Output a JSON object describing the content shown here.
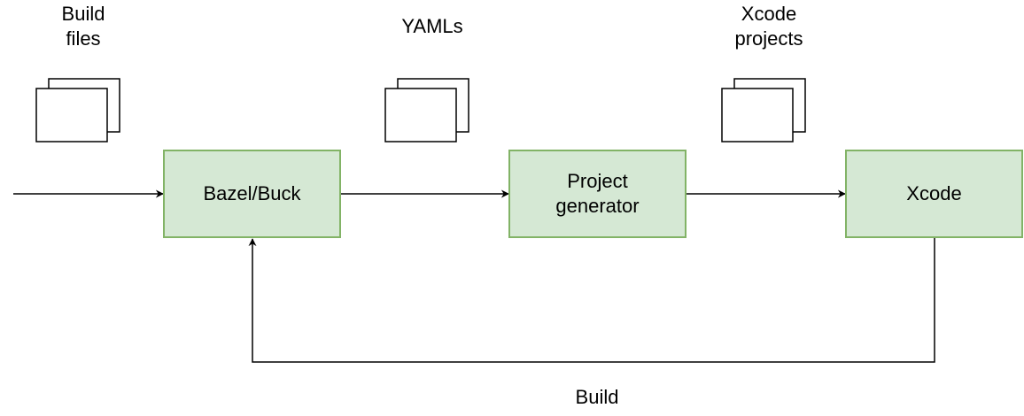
{
  "colors": {
    "process_fill": "#d5e8d4",
    "process_border": "#82b366",
    "stroke": "#000000",
    "background": "#ffffff"
  },
  "artifacts": [
    {
      "id": "build-files",
      "lines": [
        "Build",
        "files"
      ],
      "icon": "stacked-documents-icon"
    },
    {
      "id": "yamls",
      "lines": [
        "YAMLs"
      ],
      "icon": "stacked-documents-icon"
    },
    {
      "id": "xcode-projects",
      "lines": [
        "Xcode",
        "projects"
      ],
      "icon": "stacked-documents-icon"
    }
  ],
  "processes": [
    {
      "id": "bazel-buck",
      "lines": [
        "Bazel/Buck"
      ]
    },
    {
      "id": "project-generator",
      "lines": [
        "Project",
        "generator"
      ]
    },
    {
      "id": "xcode",
      "lines": [
        "Xcode"
      ]
    }
  ],
  "edges": [
    {
      "from": "input",
      "to": "bazel-buck"
    },
    {
      "from": "bazel-buck",
      "to": "project-generator"
    },
    {
      "from": "project-generator",
      "to": "xcode"
    },
    {
      "from": "xcode",
      "to": "bazel-buck",
      "label": "Build"
    }
  ]
}
